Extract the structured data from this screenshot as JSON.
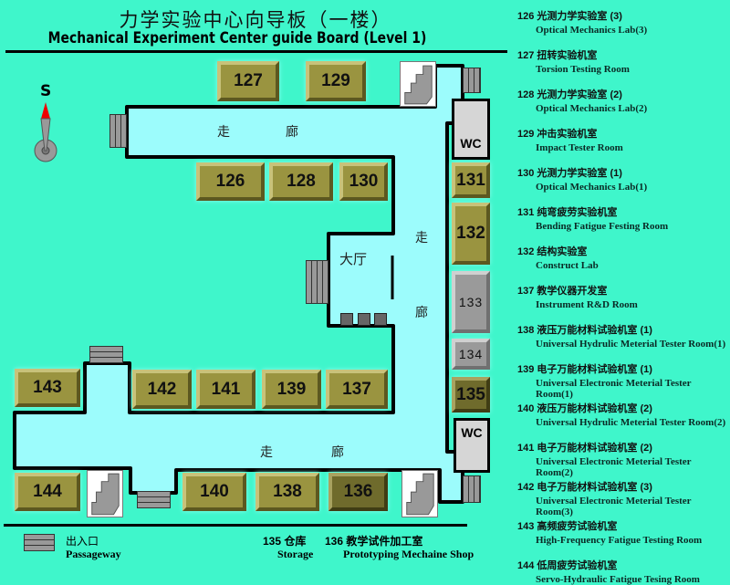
{
  "header": {
    "title_cn": "力学实验中心向导板（一楼）",
    "title_en": "Mechanical Experiment Center guide Board (Level 1)"
  },
  "compass": {
    "label": "S"
  },
  "map": {
    "rooms": [
      "127",
      "129",
      "126",
      "128",
      "130",
      "131",
      "132",
      "133",
      "134",
      "135",
      "143",
      "142",
      "141",
      "139",
      "137",
      "144",
      "140",
      "138",
      "136"
    ],
    "wc": "WC",
    "corridor_a": "走",
    "corridor_b": "廊",
    "hall": "大厅"
  },
  "legend": [
    {
      "cn": "126 光测力学实验室 (3)",
      "en": "Optical Mechanics Lab(3)"
    },
    {
      "cn": "127 扭转实验机室",
      "en": "Torsion Testing Room"
    },
    {
      "cn": "128 光测力学实验室 (2)",
      "en": "Optical Mechanics Lab(2)"
    },
    {
      "cn": "129 冲击实验机室",
      "en": "Impact Tester Room"
    },
    {
      "cn": "130 光测力学实验室 (1)",
      "en": "Optical Mechanics Lab(1)"
    },
    {
      "cn": "131 纯弯疲劳实验机室",
      "en": "Bending Fatigue Festing Room"
    },
    {
      "cn": "132 结构实验室",
      "en": "Construct Lab"
    },
    {
      "cn": "137 教学仪器开发室",
      "en": "Instrument  R&D Room"
    },
    {
      "cn": "138 液压万能材料试验机室 (1)",
      "en": "Universal Hydrulic Meterial Tester Room(1)"
    },
    {
      "cn": "139 电子万能材料试验机室 (1)",
      "en": "Universal  Electronic Meterial Tester Room(1)"
    },
    {
      "cn": "140 液压万能材料试验机室 (2)",
      "en": "Universal Hydrulic Meterial Tester Room(2)"
    },
    {
      "cn": "141 电子万能材料试验机室 (2)",
      "en": "Universal  Electronic Meterial Tester Room(2)"
    },
    {
      "cn": "142 电子万能材料试验机室 (3)",
      "en": "Universal  Electronic Meterial Tester Room(3)"
    },
    {
      "cn": "143 高频疲劳试验机室",
      "en": "High-Frequency Fatigue Testing Room"
    },
    {
      "cn": "144 低周疲劳试验机室",
      "en": "Servo-Hydraulic Fatigue Tesing Room"
    }
  ],
  "footer": {
    "passage_cn": "出入口",
    "passage_en": "Passageway",
    "storage_cn": "135 仓库",
    "storage_en": "Storage",
    "shop_cn": "136 教学试件加工室",
    "shop_en": "Prototyping Mechaine Shop"
  },
  "colors": {
    "background": "#3ff6cb",
    "corridor": "#9cfcfc",
    "room": "#9a9440"
  }
}
